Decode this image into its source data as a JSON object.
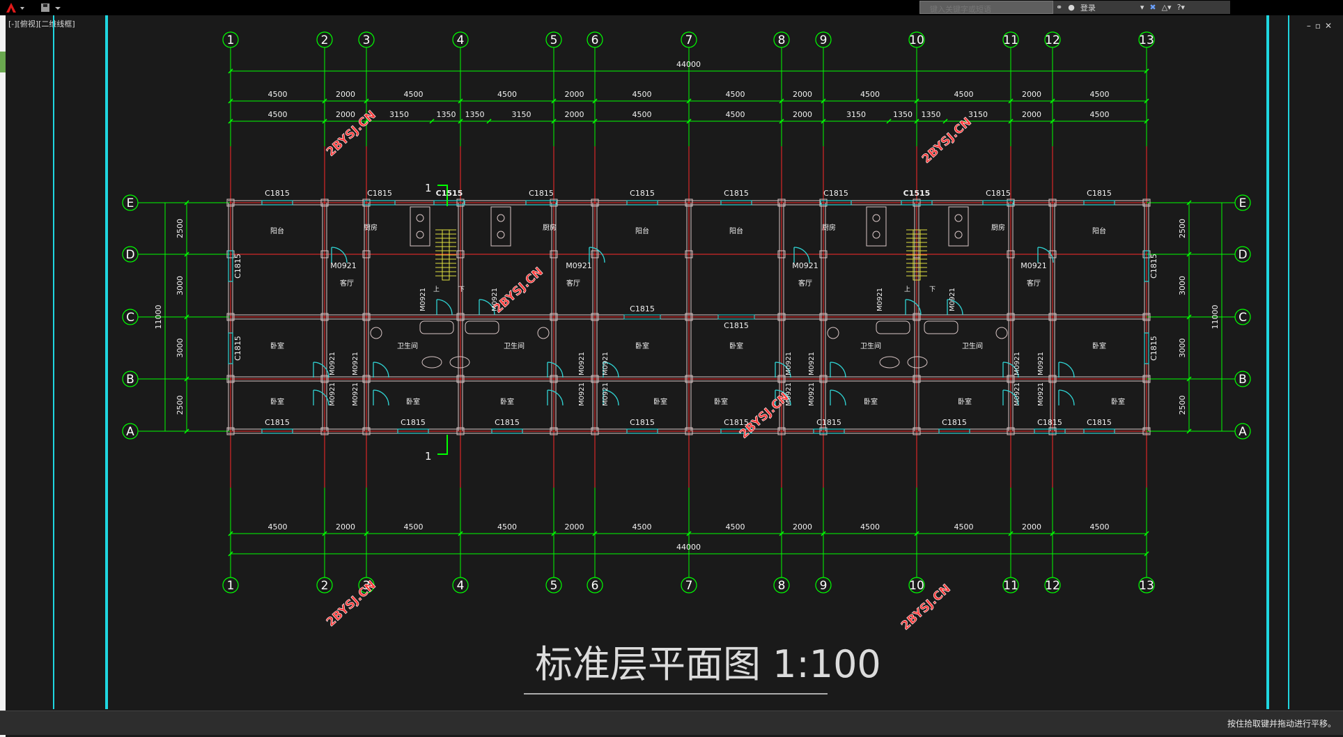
{
  "app": {
    "viewport_label": "[-][俯视][二维线框]"
  },
  "search": {
    "placeholder": "键入关键字或短语"
  },
  "toolbar": {
    "login_label": "登录"
  },
  "status": {
    "message": "按住拾取键并拖动进行平移。"
  },
  "drawing": {
    "title": "标准层平面图  1:100",
    "grid_columns": [
      "1",
      "2",
      "3",
      "4",
      "5",
      "6",
      "7",
      "8",
      "9",
      "10",
      "11",
      "12",
      "13"
    ],
    "grid_rows": [
      "E",
      "D",
      "C",
      "B",
      "A"
    ],
    "overall_length": "44000",
    "top_dims": [
      "4500",
      "2000",
      "4500",
      "4500",
      "2000",
      "4500",
      "4500",
      "2000",
      "4500",
      "4500",
      "2000",
      "4500"
    ],
    "top_dims_detail": [
      "4500",
      "2000",
      "3150",
      "1350",
      "1350",
      "3150",
      "2000",
      "4500",
      "4500",
      "2000",
      "3150",
      "1350",
      "1350",
      "3150",
      "2000",
      "4500"
    ],
    "bottom_dims": [
      "4500",
      "2000",
      "4500",
      "4500",
      "2000",
      "4500",
      "4500",
      "2000",
      "4500",
      "4500",
      "2000",
      "4500"
    ],
    "side_dims": [
      "2500",
      "3000",
      "3000",
      "2500"
    ],
    "side_total": "11000",
    "window_top": [
      "C1815",
      "C1815",
      "C1515",
      "C1815",
      "C1815",
      "C1815",
      "C1815",
      "C1515",
      "C1815",
      "C1815"
    ],
    "window_bottom": [
      "C1815",
      "C1815",
      "C1815",
      "C1815",
      "C1815",
      "C1815",
      "C1815",
      "C1815",
      "C1815"
    ],
    "window_side": "C1815",
    "window_mid": "C1815",
    "door": "M0921",
    "rooms": {
      "balcony": "阳台",
      "kitchen": "厨房",
      "living": "客厅",
      "bedroom": "卧室",
      "bathroom": "卫生间"
    },
    "stairs": {
      "up": "上",
      "down": "下"
    },
    "section_mark": "1",
    "watermark": "2BYSJ.CN"
  },
  "colors": {
    "grid": "#00ff00",
    "axis": "#ff2a2a",
    "wall": "#d9c6c6",
    "window": "#2fd2d2",
    "cyan_line": "#1fd6e0",
    "text": "#f2f2f2"
  }
}
